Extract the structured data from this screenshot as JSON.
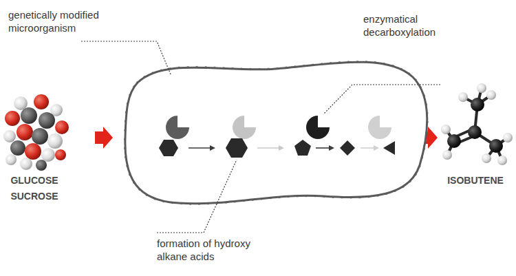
{
  "diagram": {
    "labels": [
      "genetically modified microorganism",
      "enzymatical decarboxylation",
      "GLUCOSE",
      "SUCROSE",
      "ISOBUTENE",
      "formation of hydroxy alkane acids"
    ]
  }
}
